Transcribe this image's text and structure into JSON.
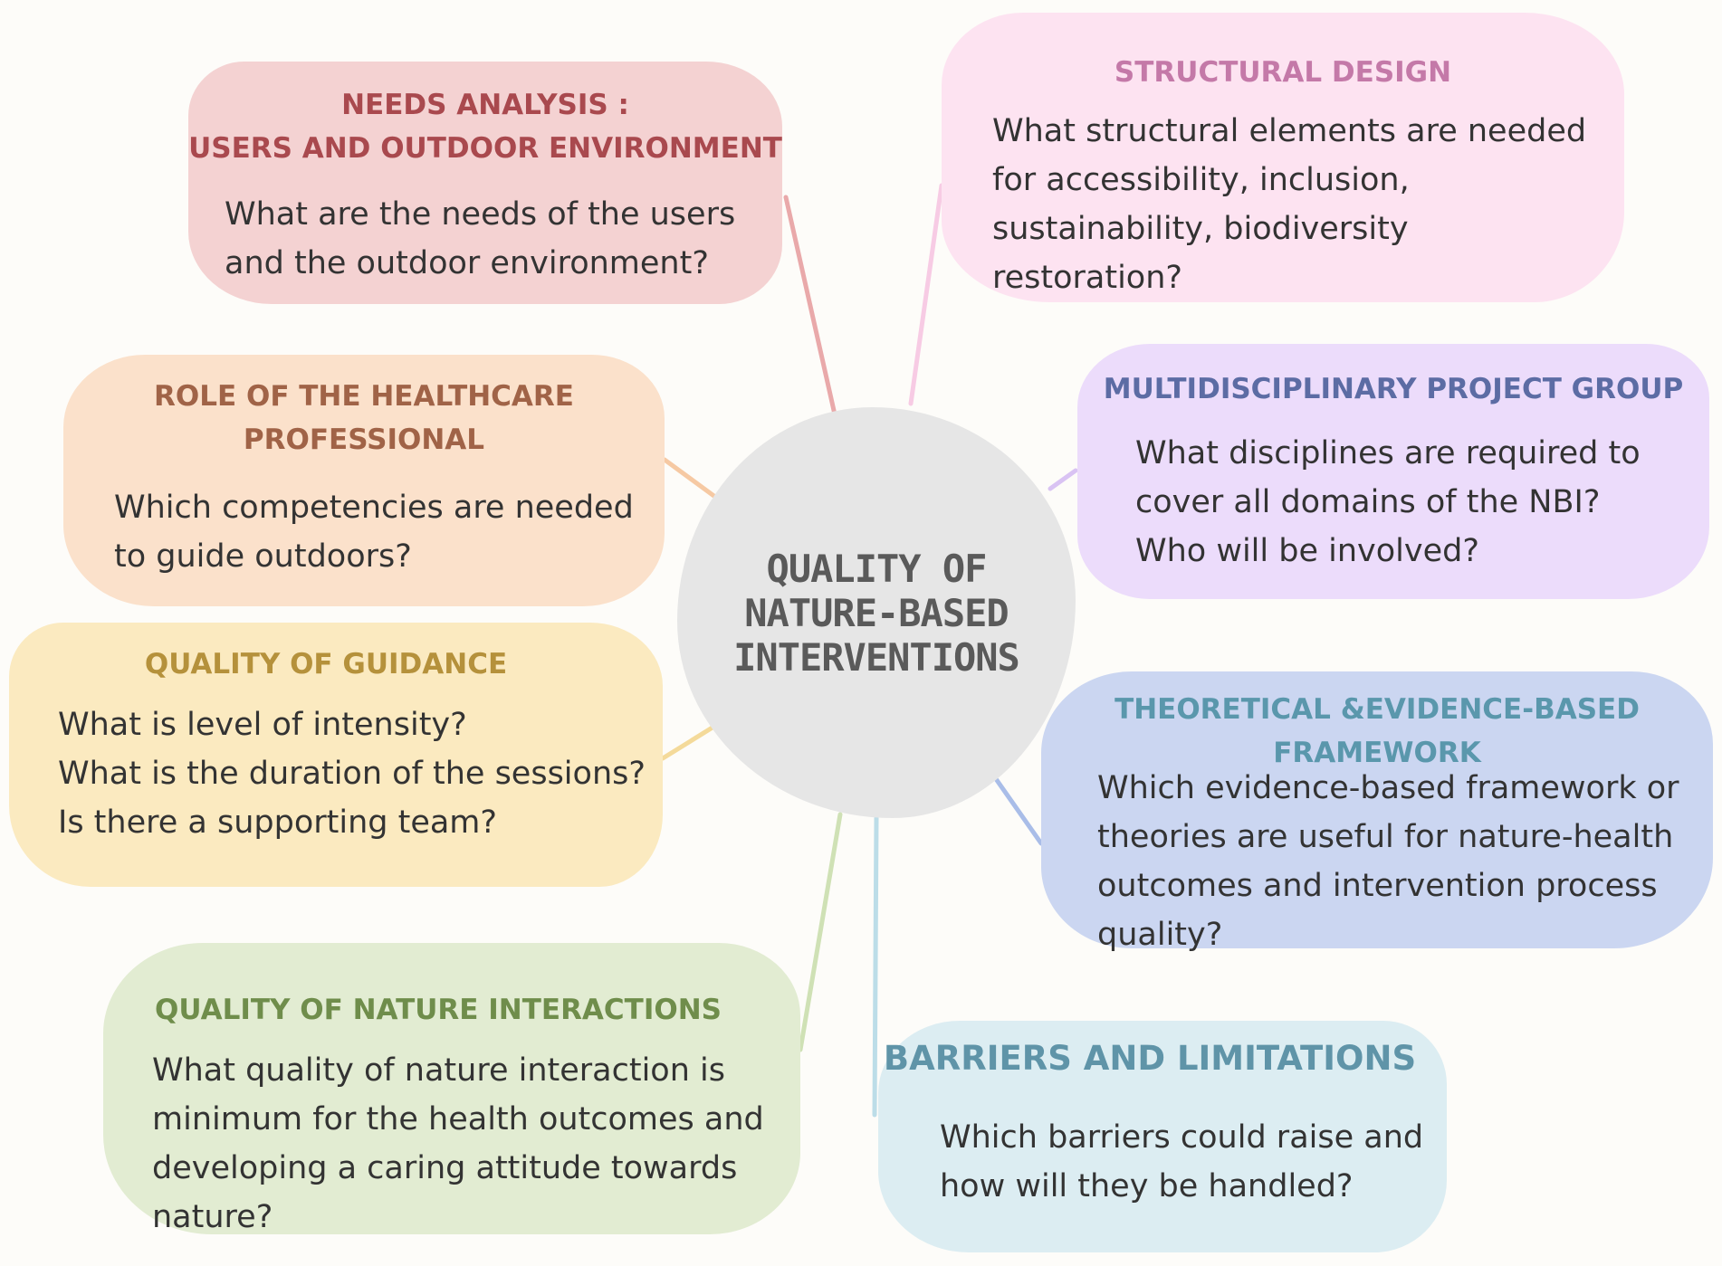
{
  "hub": {
    "title": "QUALITY OF\nNATURE-BASED\nINTERVENTIONS",
    "color": "#e6e6e6"
  },
  "cards": {
    "needs": {
      "title": "NEEDS ANALYSIS :\nUSERS AND OUTDOOR ENVIRONMENT",
      "body": "What are the needs of the users\nand the  outdoor environment?",
      "bg": "#f4d2d2",
      "accent": "#a9494e"
    },
    "structural": {
      "title": "STRUCTURAL DESIGN",
      "body": "What structural elements are needed\nfor accessibility, inclusion,\nsustainability, biodiversity\nrestoration?",
      "bg": "#fde3f1",
      "accent": "#c479a8"
    },
    "healthcare": {
      "title": "ROLE OF THE HEALTHCARE\nPROFESSIONAL",
      "body": "Which competencies are needed\nto guide outdoors?",
      "bg": "#fbe1cb",
      "accent": "#a06347"
    },
    "multidisciplinary": {
      "title": "MULTIDISCIPLINARY PROJECT GROUP",
      "body": "What disciplines are required to\ncover all domains of the NBI?\nWho will be involved?",
      "bg": "#ecdcfb",
      "accent": "#5c6ca4"
    },
    "guidance": {
      "title": "QUALITY OF GUIDANCE",
      "body": "What is level of intensity?\nWhat is the duration of the sessions?\nIs there a supporting team?",
      "bg": "#fbeac0",
      "accent": "#b5913b"
    },
    "theoretical": {
      "title": "THEORETICAL &EVIDENCE-BASED\nFRAMEWORK",
      "body": "Which evidence-based framework or\ntheories are useful for nature-health\noutcomes and  intervention process\nquality?",
      "bg": "#cbd6f1",
      "accent": "#5a97ac"
    },
    "nature": {
      "title": "QUALITY OF NATURE INTERACTIONS",
      "body": "What quality of nature interaction is\nminimum for the health outcomes and\ndeveloping a caring attitude towards\nnature?",
      "bg": "#e2ecd2",
      "accent": "#6f8d4b"
    },
    "barriers": {
      "title": "BARRIERS AND LIMITATIONS",
      "body": "Which barriers could raise and\nhow will they be handled?",
      "bg": "#dcedf2",
      "accent": "#5f94a8"
    }
  },
  "connector_colors": {
    "needs": "#e9a9aa",
    "structural": "#f7cbe4",
    "healthcare": "#f6c9a3",
    "multidisciplinary": "#d9c3f3",
    "guidance": "#f4da9a",
    "theoretical": "#a9bde8",
    "nature": "#cfe1b5",
    "barriers": "#bcdde8"
  }
}
